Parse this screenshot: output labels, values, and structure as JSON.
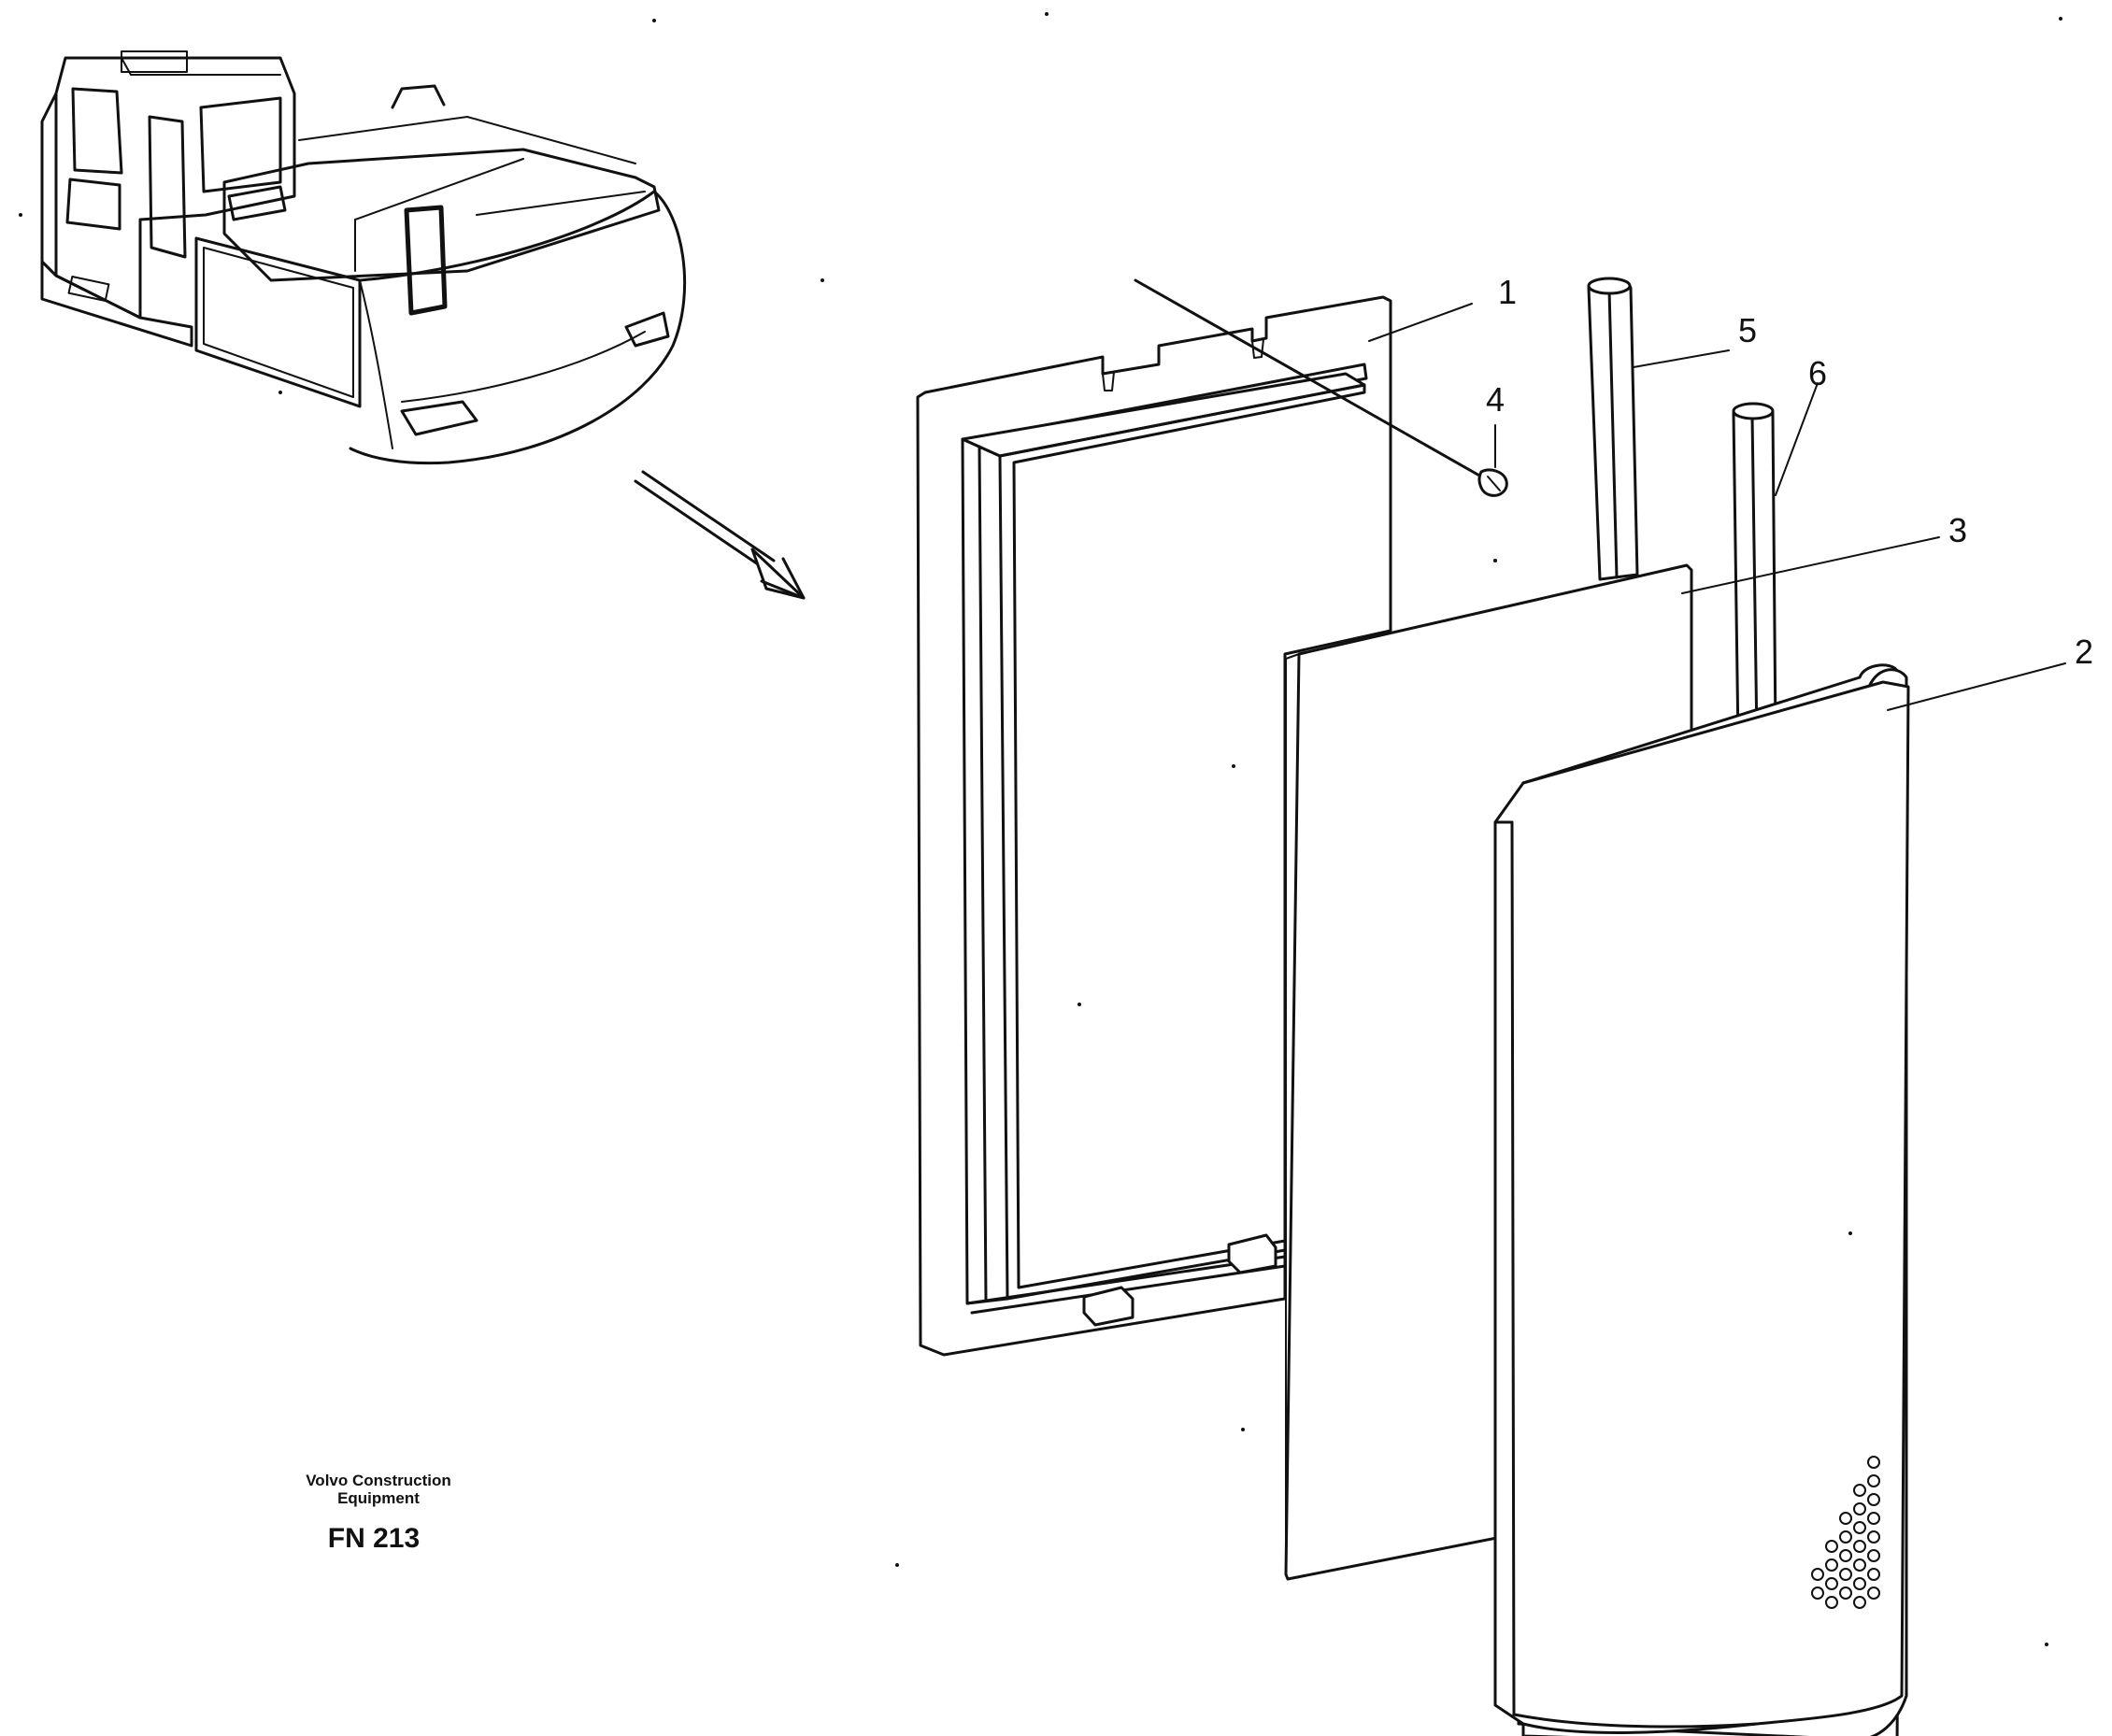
{
  "callouts": {
    "c1": "1",
    "c2": "2",
    "c3": "3",
    "c4": "4",
    "c5": "5",
    "c6": "6"
  },
  "caption": {
    "company_line1": "Volvo Construction",
    "company_line2": "Equipment",
    "figure_code": "FN 213"
  }
}
